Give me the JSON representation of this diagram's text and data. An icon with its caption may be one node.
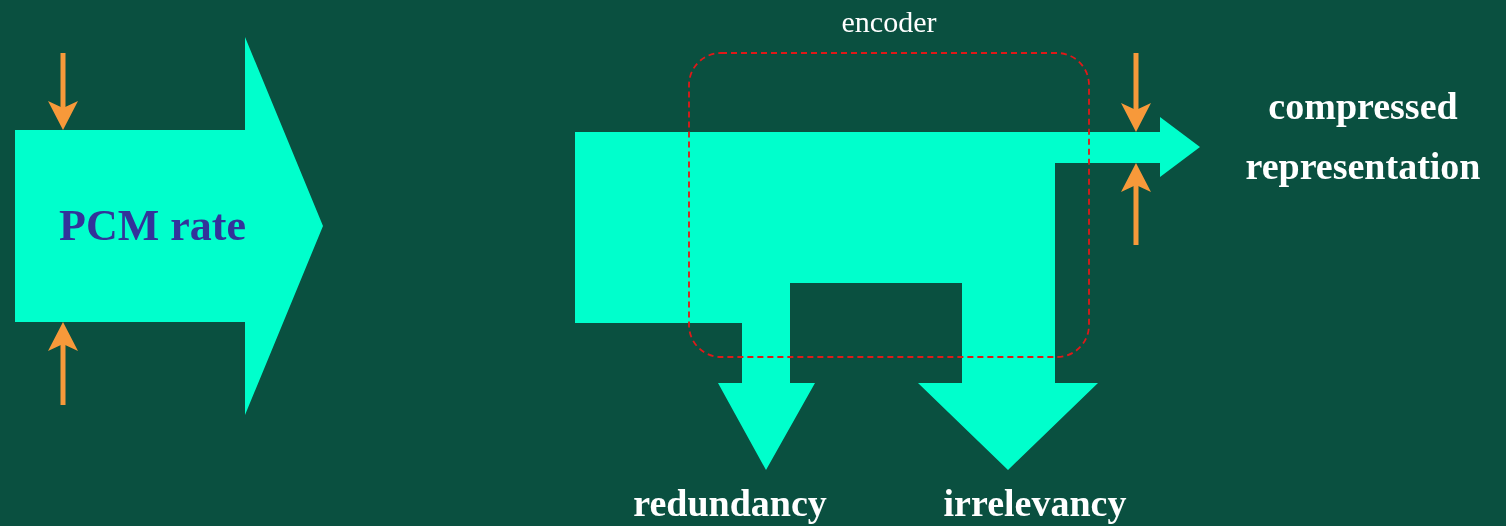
{
  "diagram": {
    "nodes": [
      {
        "text": [
          "PCM rate"
        ]
      },
      {
        "text": [
          "encoder"
        ]
      },
      {
        "text": [],
        "shape": "arrow"
      }
    ],
    "labels": [
      "compressed representation",
      "redundancy",
      "irrelevancy"
    ]
  }
}
